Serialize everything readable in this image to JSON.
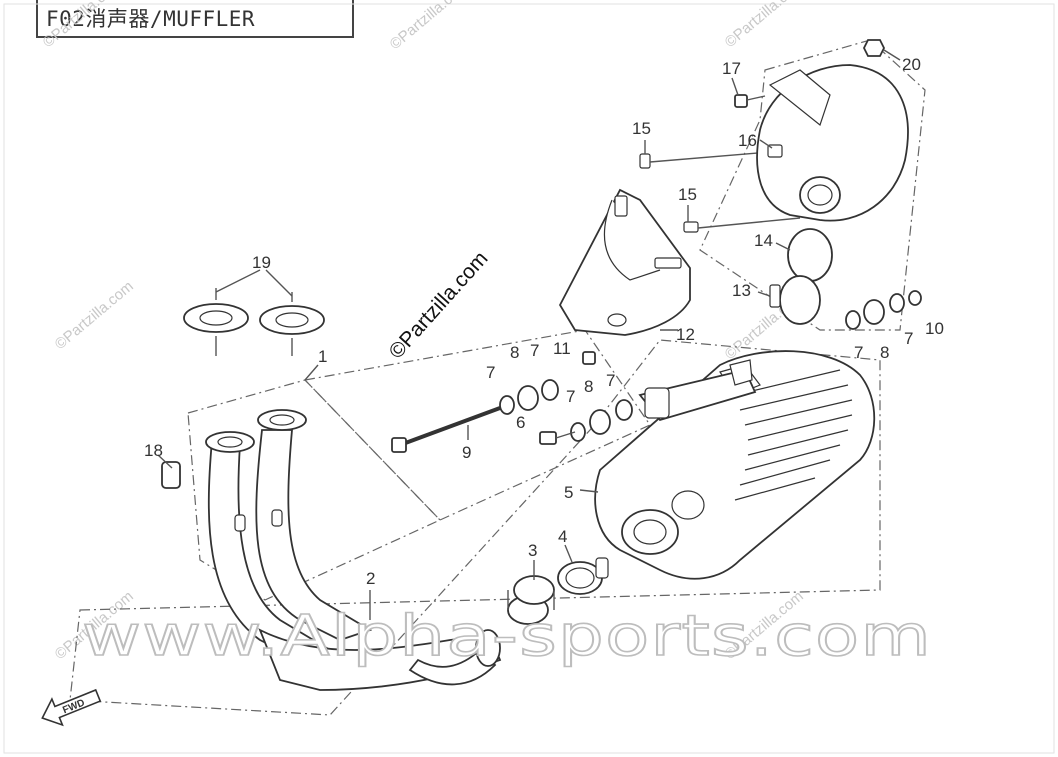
{
  "diagram": {
    "title": "F02消声器/MUFFLER",
    "fwd_label": "FWD"
  },
  "callouts": [
    {
      "id": "c1",
      "label": "1"
    },
    {
      "id": "c2",
      "label": "2"
    },
    {
      "id": "c3",
      "label": "3"
    },
    {
      "id": "c4",
      "label": "4"
    },
    {
      "id": "c5",
      "label": "5"
    },
    {
      "id": "c6",
      "label": "6"
    },
    {
      "id": "c7a",
      "label": "7"
    },
    {
      "id": "c7b",
      "label": "7"
    },
    {
      "id": "c7c",
      "label": "7"
    },
    {
      "id": "c7d",
      "label": "7"
    },
    {
      "id": "c7e",
      "label": "7"
    },
    {
      "id": "c7f",
      "label": "7"
    },
    {
      "id": "c8a",
      "label": "8"
    },
    {
      "id": "c8b",
      "label": "8"
    },
    {
      "id": "c8c",
      "label": "8"
    },
    {
      "id": "c9",
      "label": "9"
    },
    {
      "id": "c10",
      "label": "10"
    },
    {
      "id": "c11",
      "label": "11"
    },
    {
      "id": "c12",
      "label": "12"
    },
    {
      "id": "c13",
      "label": "13"
    },
    {
      "id": "c14",
      "label": "14"
    },
    {
      "id": "c15a",
      "label": "15"
    },
    {
      "id": "c15b",
      "label": "15"
    },
    {
      "id": "c16",
      "label": "16"
    },
    {
      "id": "c17",
      "label": "17"
    },
    {
      "id": "c18",
      "label": "18"
    },
    {
      "id": "c19",
      "label": "19"
    },
    {
      "id": "c20",
      "label": "20"
    }
  ],
  "watermarks": {
    "main": "www.Alpha-sports.com",
    "partzilla": "©Partzilla.com",
    "partzilla_small": "©Partzilla.com"
  }
}
